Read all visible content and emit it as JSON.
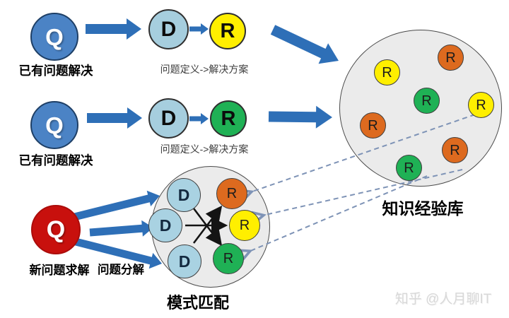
{
  "palette": {
    "q_blue": "#4b83c5",
    "q_blue_border": "#1e3f66",
    "q_red": "#c8100d",
    "d_light_blue": "#a6cede",
    "r_yellow": "#ffef00",
    "r_green": "#1fb155",
    "r_orange": "#dd6a1f",
    "flow_arrow_blue": "#2e6fb7",
    "dashed_arrow_blue_gray": "#7e93b6",
    "match_arrow_black": "#141414",
    "container_gray": "#ebebeb",
    "container_border": "#4a4a4a",
    "mapping_text_gray": "#3d3d3d",
    "watermark_gray": "#d8d8d8"
  },
  "solved_rows": [
    {
      "q_label": "Q",
      "name_label": "已有问题解决",
      "d_label": "D",
      "r_label": "R",
      "r_color": "yellow",
      "d_to_r_icon": "arrow-right",
      "mapping_label": "问题定义->解决方案"
    },
    {
      "q_label": "Q",
      "name_label": "已有问题解决",
      "d_label": "D",
      "r_label": "R",
      "r_color": "green",
      "d_to_r_icon": "arrow-right",
      "mapping_label": "问题定义->解决方案"
    }
  ],
  "knowledge_base": {
    "title": "知识经验库",
    "nodes": [
      {
        "label": "R",
        "color": "yellow"
      },
      {
        "label": "R",
        "color": "orange"
      },
      {
        "label": "R",
        "color": "green"
      },
      {
        "label": "R",
        "color": "yellow"
      },
      {
        "label": "R",
        "color": "orange"
      },
      {
        "label": "R",
        "color": "orange"
      },
      {
        "label": "R",
        "color": "green"
      }
    ]
  },
  "new_problem": {
    "q_label": "Q",
    "name_label": "新问题求解",
    "decompose_label": "问题分解"
  },
  "pattern_match": {
    "title": "模式匹配",
    "d_nodes": [
      {
        "label": "D"
      },
      {
        "label": "D"
      },
      {
        "label": "D"
      }
    ],
    "r_nodes": [
      {
        "label": "R",
        "color": "orange"
      },
      {
        "label": "R",
        "color": "yellow"
      },
      {
        "label": "R",
        "color": "green"
      }
    ]
  },
  "watermark": "知乎 @人月聊IT"
}
